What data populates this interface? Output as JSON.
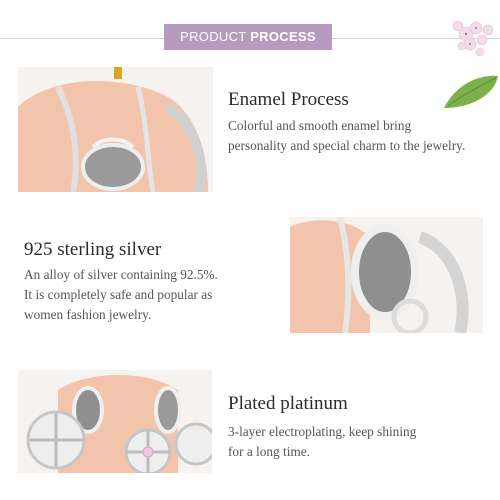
{
  "banner": {
    "prefix": "PRODUCT",
    "emphasis": "PROCESS",
    "color": "#b69bbf"
  },
  "sections": [
    {
      "heading": "Enamel Process",
      "lines": [
        "Colorful and smooth enamel bring",
        "personality and special charm to the jewelry."
      ]
    },
    {
      "heading": "925 sterling silver",
      "lines": [
        "An alloy of silver containing 92.5%.",
        "It is completely safe and popular as",
        "women fashion jewelry."
      ]
    },
    {
      "heading": "Plated platinum",
      "lines": [
        "3-layer electroplating, keep shining",
        "for a long time."
      ]
    }
  ],
  "colors": {
    "enamel": "#f3c6ae",
    "silver": "#c9c9c9",
    "accent_flower": "#f1d4e4",
    "leaf": "#7bb04a"
  }
}
